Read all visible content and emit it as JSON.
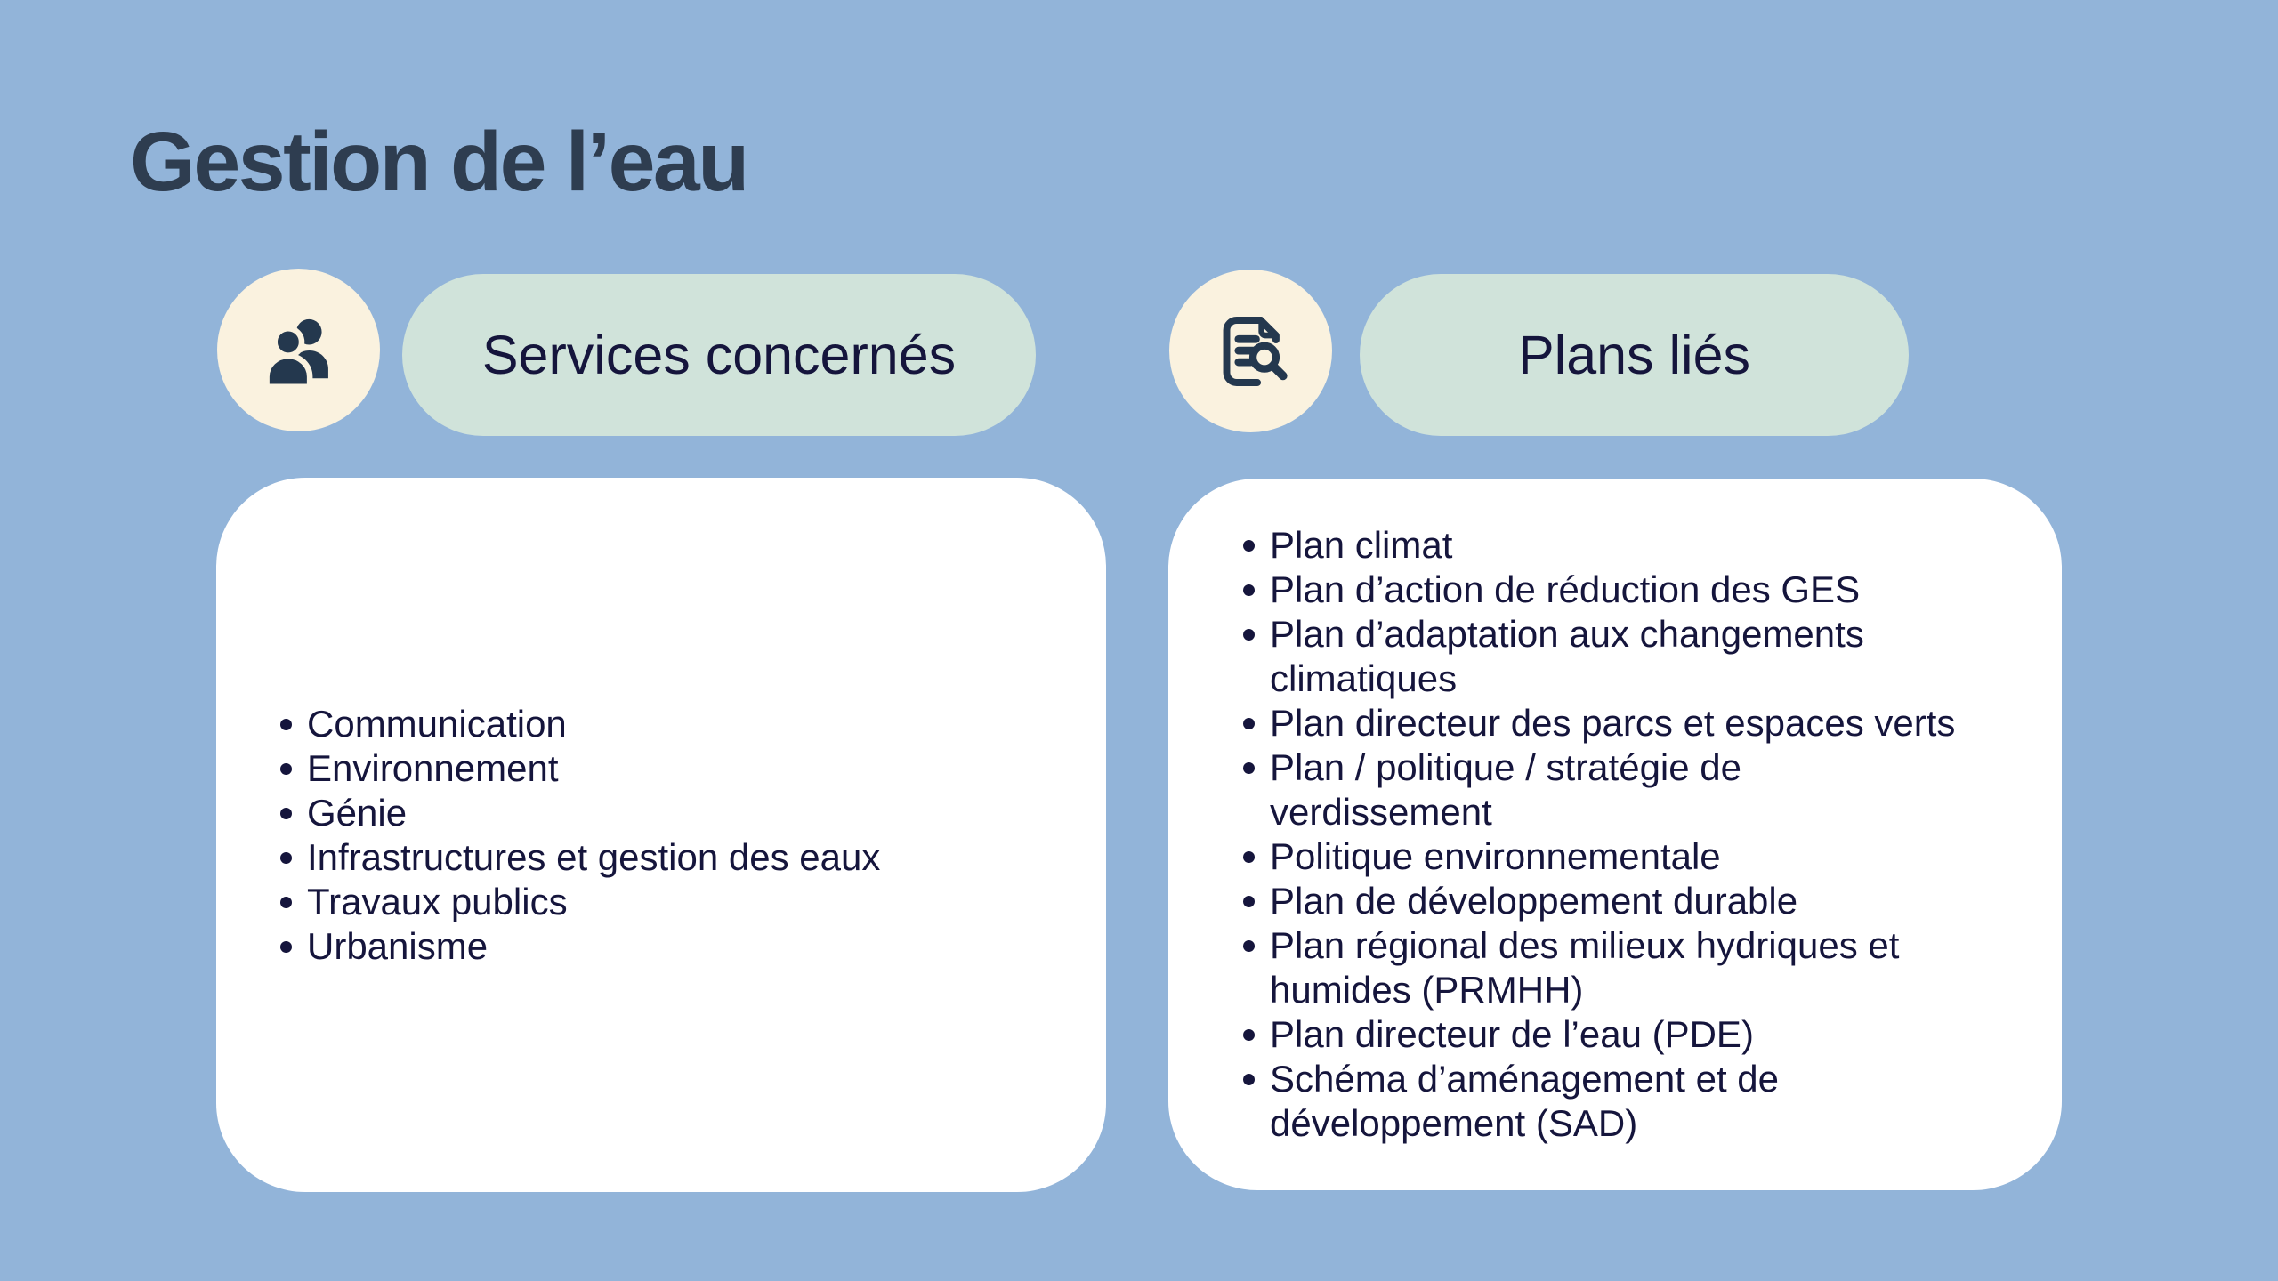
{
  "page": {
    "title": "Gestion de l’eau"
  },
  "colors": {
    "background": "#92b4d9",
    "card": "#ffffff",
    "pill": "#d0e3da",
    "icon_badge": "#faf2df",
    "icon_ink": "#24384e",
    "title_ink": "#2e3d50",
    "text_ink": "#15153c"
  },
  "icons": {
    "services": "people-icon",
    "plans": "document-search-icon"
  },
  "services": {
    "header": "Services concernés",
    "items": [
      "Communication",
      "Environnement",
      "Génie",
      "Infrastructures et gestion des eaux",
      "Travaux publics",
      "Urbanisme"
    ]
  },
  "plans": {
    "header": "Plans liés",
    "items": [
      "Plan climat",
      "Plan d’action de réduction des GES",
      "Plan d’adaptation aux changements\nclimatiques",
      "Plan directeur des parcs et espaces verts",
      "Plan / politique / stratégie de\nverdissement",
      "Politique environnementale",
      "Plan de développement durable",
      "Plan régional des milieux hydriques et\nhumides (PRMHH)",
      "Plan directeur de l’eau (PDE)",
      "Schéma d’aménagement et de\ndéveloppement (SAD)"
    ]
  }
}
